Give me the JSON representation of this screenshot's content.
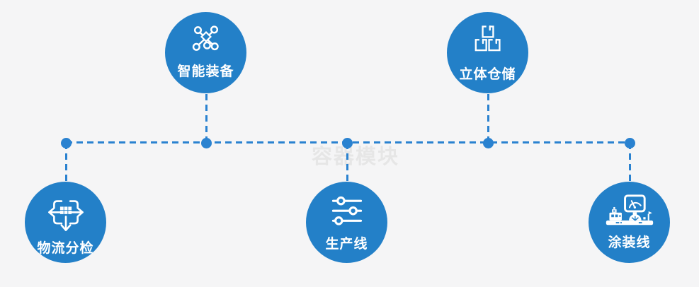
{
  "watermark": "容器模块",
  "colors": {
    "background": "#f5f5f6",
    "circle_blue": "#2380c8",
    "connector_blue": "#2a82d0",
    "label_white": "#ffffff",
    "watermark_gray": "#e6e6e6"
  },
  "nodes": [
    {
      "id": "smart-equipment",
      "label": "智能装备",
      "icon": "molecule-network-icon",
      "position": "top-left"
    },
    {
      "id": "stereo-warehouse",
      "label": "立体仓储",
      "icon": "stacked-boxes-icon",
      "position": "top-right"
    },
    {
      "id": "logistics-sorting",
      "label": "物流分检",
      "icon": "sorting-arrows-icon",
      "position": "bottom-left"
    },
    {
      "id": "production-line",
      "label": "生产线",
      "icon": "sliders-icon",
      "position": "bottom-center"
    },
    {
      "id": "painting-line",
      "label": "涂装线",
      "icon": "control-panel-icon",
      "position": "bottom-right"
    }
  ]
}
